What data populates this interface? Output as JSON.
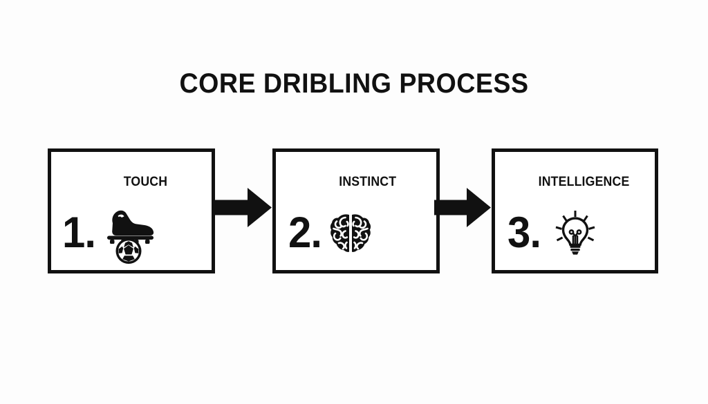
{
  "page": {
    "title": "CORE DRIBLING PROCESS",
    "background_color": "#fdfdfd",
    "ink_color": "#111111"
  },
  "diagram": {
    "type": "process-flow",
    "orientation": "horizontal",
    "step_count": 3,
    "connector_count": 2,
    "steps": [
      {
        "number": "1.",
        "label": "TOUCH",
        "icon": "soccer-boot-and-ball-icon"
      },
      {
        "number": "2.",
        "label": "INSTINCT",
        "icon": "brain-icon"
      },
      {
        "number": "3.",
        "label": "INTELLIGENCE",
        "icon": "lightbulb-icon"
      }
    ],
    "connectors": [
      {
        "icon": "arrow-right-icon",
        "from": "TOUCH",
        "to": "INSTINCT"
      },
      {
        "icon": "arrow-right-icon",
        "from": "INSTINCT",
        "to": "INTELLIGENCE"
      }
    ]
  }
}
